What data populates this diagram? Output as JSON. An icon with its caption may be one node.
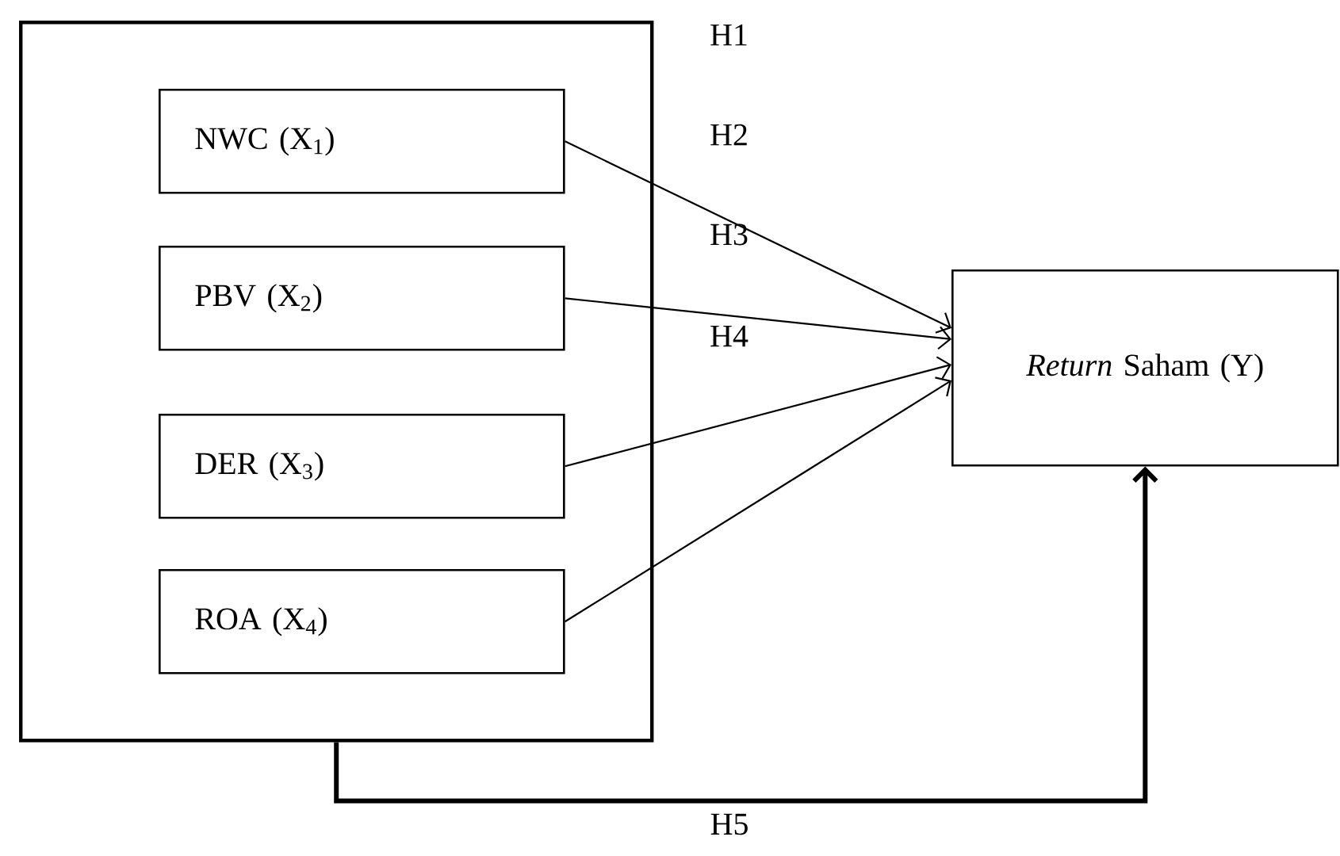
{
  "diagram": {
    "nodes": [
      {
        "text": [],
        "shape": "box"
      },
      {
        "text": [
          "NWC (X$_{1}$)"
        ],
        "in": 0
      },
      {
        "text": [
          "PBV (X$_{2}$)"
        ],
        "in": 0
      },
      {
        "text": [
          "DER (X$_{3}$)"
        ],
        "in": 0
      },
      {
        "text": [
          "ROA (X$_{4}$)"
        ],
        "in": 0
      },
      {
        "text": [
          "*Return* Saham (Y)"
        ]
      }
    ],
    "edges": [
      {
        "from": 1,
        "to": 5,
        "arrow": "to"
      },
      {
        "from": 2,
        "to": 5,
        "arrow": "to"
      },
      {
        "from": 3,
        "to": 5,
        "arrow": "to"
      },
      {
        "from": 4,
        "to": 5,
        "arrow": "to"
      },
      {
        "from": 0,
        "to": 5,
        "arrow": "to",
        "style": "thick",
        "label": "H5"
      }
    ],
    "labels": [
      "H1",
      "H2",
      "H3",
      "H4"
    ]
  }
}
